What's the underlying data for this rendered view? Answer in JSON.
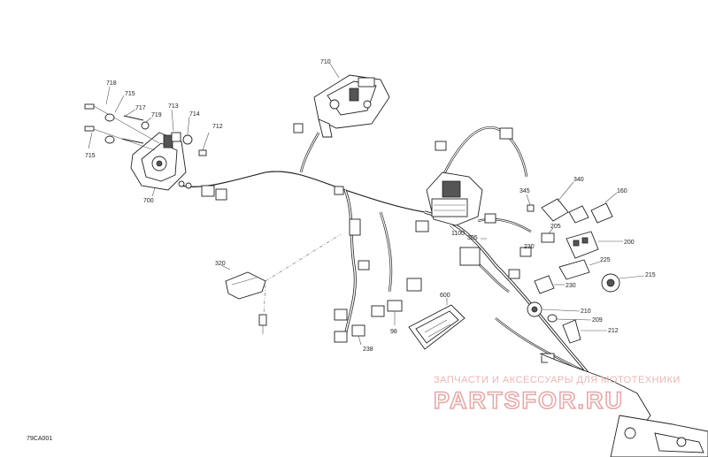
{
  "labels": {
    "l710": "710",
    "l718": "718",
    "l715a": "715",
    "l717": "717",
    "l719": "719",
    "l713": "713",
    "l714": "714",
    "l712": "712",
    "l715b": "715",
    "l700": "700",
    "l345": "345",
    "l340": "340",
    "l160": "160",
    "l205": "205",
    "l200": "200",
    "l1100": "1100",
    "l305": "305",
    "l230a": "230",
    "l225": "225",
    "l230b": "230",
    "l215": "215",
    "l210": "210",
    "l209": "209",
    "l212": "212",
    "l320": "320",
    "l600": "600",
    "l98": "98",
    "l238": "238"
  },
  "footer": {
    "drawing_code": "79CA001"
  },
  "watermark": {
    "subtitle": "ЗАПЧАСТИ И АКСЕССУАРЫ ДЛЯ МОТОТЕХНИКИ",
    "brand": "PARTSFOR.RU"
  }
}
